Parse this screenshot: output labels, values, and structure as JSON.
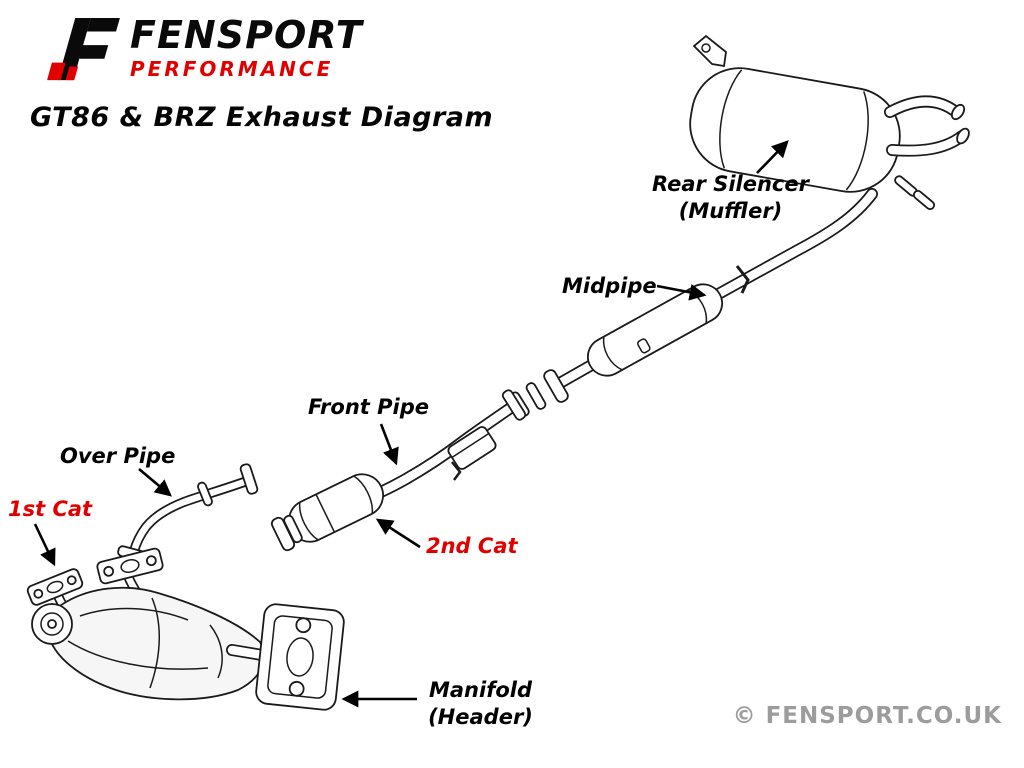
{
  "page": {
    "title": "GT86 & BRZ Exhaust Diagram"
  },
  "logo": {
    "name": "FENSPORT",
    "tagline": "PERFORMANCE"
  },
  "labels": {
    "rear_silencer": {
      "line1": "Rear Silencer",
      "line2": "(Muffler)"
    },
    "midpipe": "Midpipe",
    "front_pipe": "Front Pipe",
    "over_pipe": "Over Pipe",
    "first_cat": "1st Cat",
    "second_cat": "2nd Cat",
    "manifold": {
      "line1": "Manifold",
      "line2": "(Header)"
    }
  },
  "watermark": "© FENSPORT.CO.UK",
  "colors": {
    "label_black": "#000000",
    "cat_label_red": "#e10000",
    "logo_red": "#e10000",
    "watermark_gray": "#9c9c9c"
  },
  "icons": {
    "logo_mark": "fensport-f-slash-mark",
    "arrowhead": "solid-triangle-pointer"
  }
}
